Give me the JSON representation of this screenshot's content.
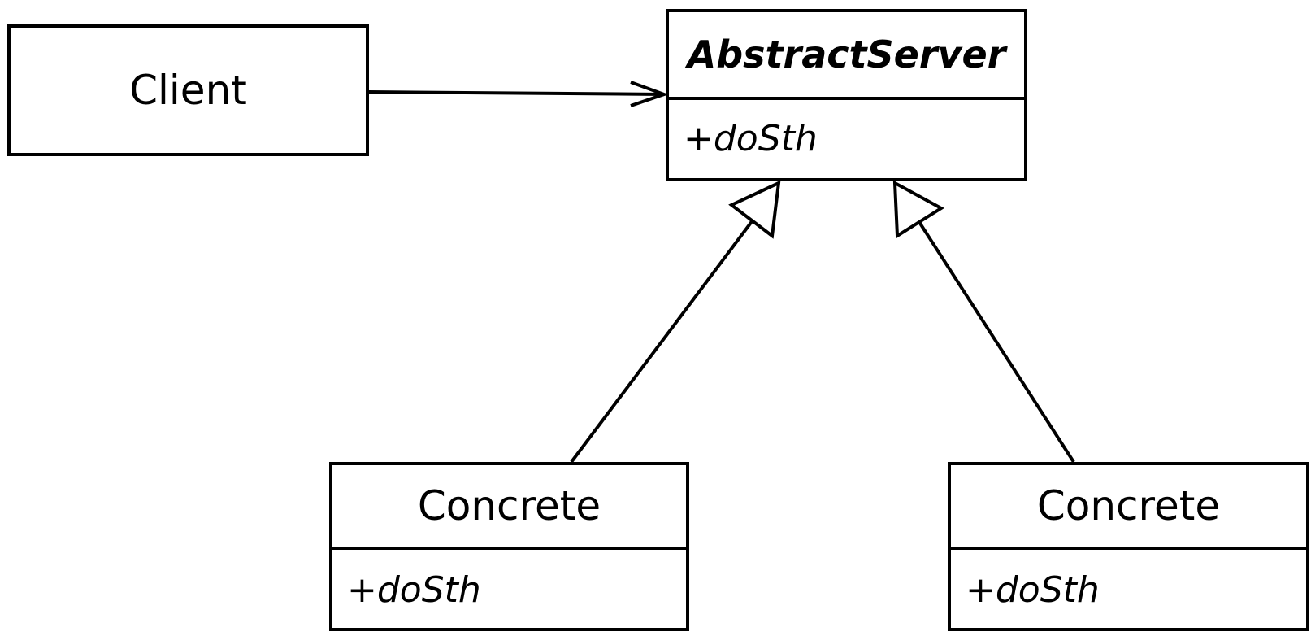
{
  "classes": {
    "client": {
      "name": "Client"
    },
    "abstract_server": {
      "name": "AbstractServer",
      "operation": "+doSth"
    },
    "concrete_left": {
      "name": "Concrete",
      "operation": "+doSth"
    },
    "concrete_right": {
      "name": "Concrete",
      "operation": "+doSth"
    }
  },
  "relations": [
    {
      "type": "association",
      "from": "Client",
      "to": "AbstractServer"
    },
    {
      "type": "generalization",
      "from": "Concrete",
      "to": "AbstractServer"
    },
    {
      "type": "generalization",
      "from": "Concrete",
      "to": "AbstractServer"
    }
  ],
  "colors": {
    "stroke": "#000000",
    "background": "#ffffff"
  }
}
